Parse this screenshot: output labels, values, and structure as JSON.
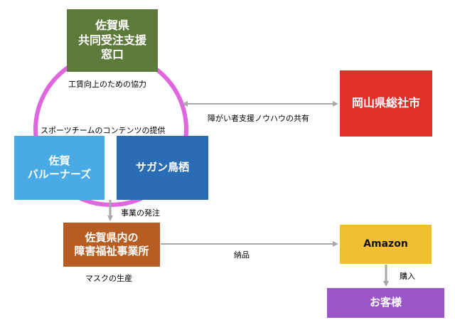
{
  "nodes": {
    "saga_pref": {
      "text": "佐賀県\n共同受注支援\n窓口",
      "color": "#5c7a3a"
    },
    "okayama": {
      "text": "岡山県総社市",
      "color": "#e0312b"
    },
    "saga_ballooners": {
      "text": "佐賀\nバルーナーズ",
      "color": "#4aaae6"
    },
    "sagan_tosu": {
      "text": "サガン鳥栖",
      "color": "#2b6db5"
    },
    "welfare": {
      "text": "佐賀県内の\n障害福祉事業所",
      "color": "#b55d22"
    },
    "amazon": {
      "text": "Amazon",
      "color": "#f2bf32",
      "text_color": "#111111"
    },
    "customer": {
      "text": "お客様",
      "color": "#9a55c9"
    }
  },
  "labels": {
    "wage": "工賃向上のための協力",
    "knowhow": "障がい者支援ノウハウの共有",
    "sports": "スポーツチームのコンテンツの提供",
    "order": "事業の発注",
    "delivery": "納品",
    "masks": "マスクの生産",
    "purchase": "購入"
  },
  "colors": {
    "ring": "#e066e0",
    "arrow": "#a8a8a8"
  }
}
